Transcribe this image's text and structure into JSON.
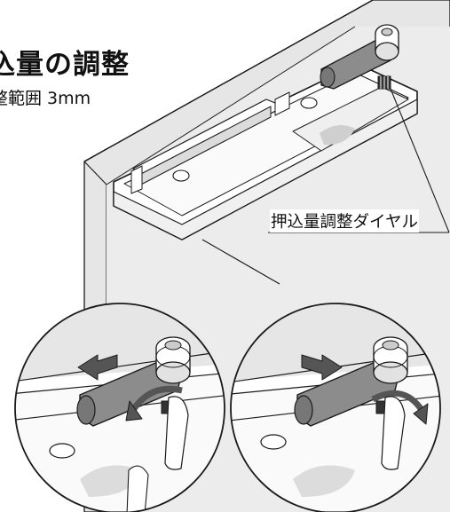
{
  "heading": {
    "title": "込量の調整",
    "subtitle": "整範囲 3mm"
  },
  "callout": {
    "label": "押込量調整ダイヤル"
  },
  "colors": {
    "line": "#1a1a1a",
    "wall": "#e6e6e6",
    "arm": "#8c8c8c",
    "body_light": "#f4f4f4",
    "shade": "#d9d9d9"
  }
}
